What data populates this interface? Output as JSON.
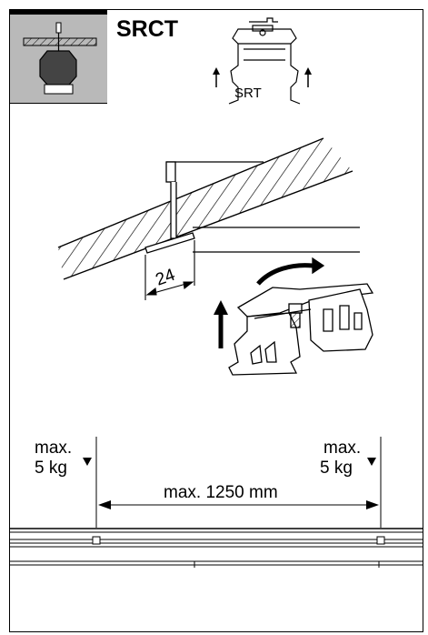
{
  "header": {
    "product_code": "SRCT",
    "profile_label": "SRT"
  },
  "mounting": {
    "dimension_label": "24"
  },
  "load": {
    "left_max_label": "max.",
    "left_weight_label": "5 kg",
    "right_max_label": "max.",
    "right_weight_label": "5 kg",
    "span_label": "max. 1250 mm"
  },
  "colors": {
    "thumbnail_background": "#b9b9b9",
    "top_bar": "#000000",
    "line": "#000000",
    "background": "#ffffff"
  }
}
